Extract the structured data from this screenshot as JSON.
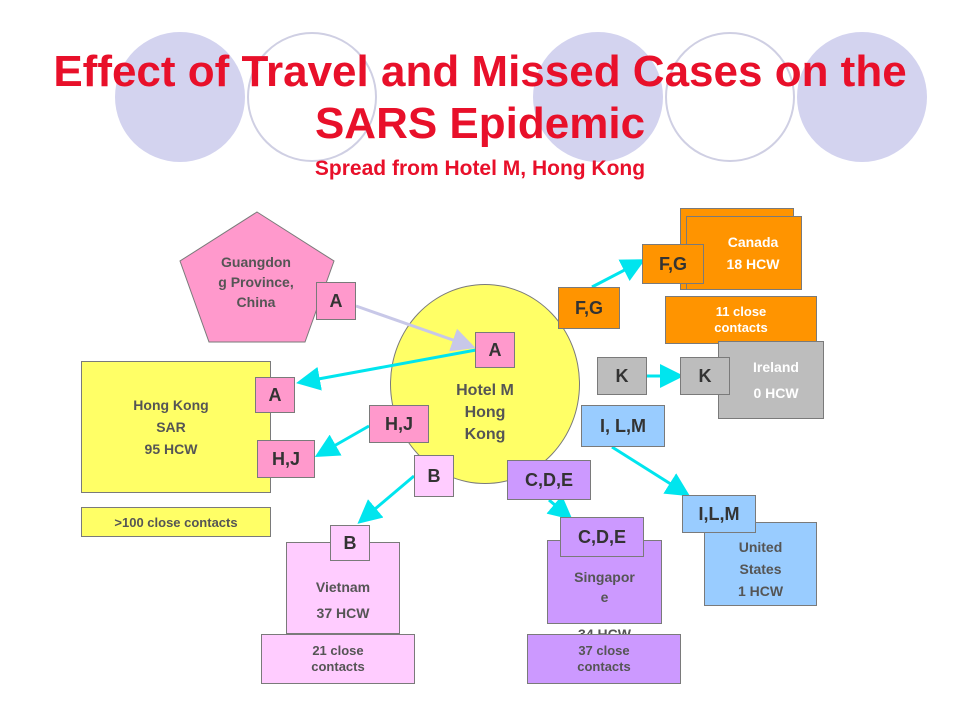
{
  "title": {
    "line1": "Effect of Travel and Missed Cases on the",
    "line2": "SARS Epidemic",
    "subtitle": "Spread from Hotel M, Hong Kong"
  },
  "hub": {
    "label": "Hotel M\nHong\nKong",
    "color": "#ffff66"
  },
  "guangdong": {
    "label": "Guangdon\ng Province,\nChina",
    "color": "#ff99cc",
    "tag": "A"
  },
  "hong_kong_sar": {
    "label": "Hong Kong\nSAR\n95 HCW",
    "contacts": ">100  close contacts",
    "tags": [
      "A",
      "H,J"
    ]
  },
  "hotel_tags": {
    "a": "A",
    "hj": "H,J",
    "b": "B",
    "fg": "F,G",
    "k": "K",
    "ilm": "I, L,M",
    "cde": "C,D,E"
  },
  "canada": {
    "label": "Canada\n18 HCW",
    "tag": "F,G",
    "contacts": "11 close\ncontacts",
    "color": "#ff9400"
  },
  "ireland": {
    "label": "Ireland\n0 HCW",
    "tag": "K",
    "color": "#bdbdbd"
  },
  "united_states": {
    "label": "United\nStates\n1 HCW",
    "tag": "I,L,M",
    "color": "#99ccff"
  },
  "vietnam": {
    "label": "Vietnam\n37 HCW",
    "tag": "B",
    "contacts": "21 close\ncontacts",
    "color": "#ffccff"
  },
  "singapore": {
    "label": "Singapor\ne",
    "hcw": "34 HCW",
    "tag": "C,D,E",
    "contacts": "37 close\ncontacts",
    "color": "#cc99ff"
  },
  "colors": {
    "arrow": "#00e5ee",
    "arrow_secondary": "#c8c8e8",
    "title": "#e8102a"
  }
}
